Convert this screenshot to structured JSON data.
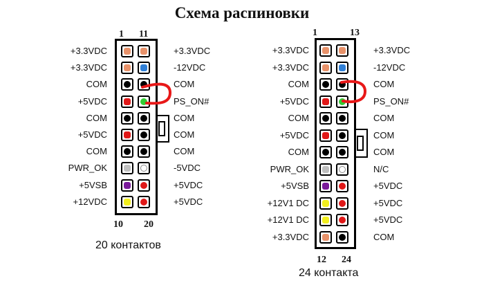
{
  "title": "Схема распиновки",
  "colors": {
    "orange": "#e8926a",
    "blue": "#2f7fd6",
    "black": "#000000",
    "red": "#e01818",
    "green": "#33cc33",
    "gray": "#bfbfbf",
    "white": "#ffffff",
    "purple": "#7a1a9a",
    "yellow": "#f2ee1e",
    "jumper": "#e81818"
  },
  "connector20": {
    "caption": "20 контактов",
    "top_left_num": "1",
    "top_right_num": "11",
    "bottom_left_num": "10",
    "bottom_right_num": "20",
    "left_labels": [
      "+3.3VDC",
      "+3.3VDC",
      "COM",
      "+5VDC",
      "COM",
      "+5VDC",
      "COM",
      "PWR_OK",
      "+5VSB",
      "+12VDC"
    ],
    "right_labels": [
      "+3.3VDC",
      "-12VDC",
      "COM",
      "PS_ON#",
      "COM",
      "COM",
      "COM",
      "-5VDC",
      "+5VDC",
      "+5VDC"
    ],
    "left_pins": [
      "orange",
      "orange",
      "black",
      "red",
      "black",
      "red",
      "black",
      "gray",
      "purple",
      "yellow"
    ],
    "right_pins": [
      "orange",
      "blue",
      "black",
      "green",
      "black",
      "black",
      "black",
      "white",
      "red",
      "red"
    ]
  },
  "connector24": {
    "caption": "24 контакта",
    "top_left_num": "1",
    "top_right_num": "13",
    "bottom_left_num": "12",
    "bottom_right_num": "24",
    "left_labels": [
      "+3.3VDC",
      "+3.3VDC",
      "COM",
      "+5VDC",
      "COM",
      "+5VDC",
      "COM",
      "PWR_OK",
      "+5VSB",
      "+12V1 DC",
      "+12V1 DC",
      "+3.3VDC"
    ],
    "right_labels": [
      "+3.3VDC",
      "-12VDC",
      "COM",
      "PS_ON#",
      "COM",
      "COM",
      "COM",
      "N/C",
      "+5VDC",
      "+5VDC",
      "+5VDC",
      "COM"
    ],
    "left_pins": [
      "orange",
      "orange",
      "black",
      "red",
      "black",
      "red",
      "black",
      "gray",
      "purple",
      "yellow",
      "yellow",
      "orange"
    ],
    "right_pins": [
      "orange",
      "blue",
      "black",
      "green",
      "black",
      "black",
      "black",
      "white",
      "red",
      "red",
      "red",
      "black"
    ]
  }
}
